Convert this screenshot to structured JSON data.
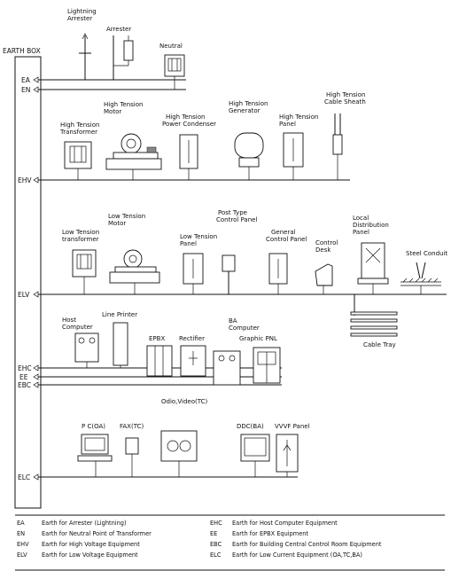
{
  "earth_box": {
    "title": "EARTH BOX"
  },
  "buses": [
    {
      "code": "EA"
    },
    {
      "code": "EN"
    },
    {
      "code": "EHV"
    },
    {
      "code": "ELV"
    },
    {
      "code": "EHC"
    },
    {
      "code": "EE"
    },
    {
      "code": "EBC"
    },
    {
      "code": "ELC"
    }
  ],
  "labels": {
    "lightning_arrester": [
      "Lightning",
      "Arrester"
    ],
    "arrester": "Arrester",
    "neutral": "Neutral",
    "ht_transformer": [
      "High Tension",
      "Transformer"
    ],
    "ht_motor": [
      "High Tension",
      "Motor"
    ],
    "ht_power_condenser": [
      "High Tension",
      "Power Condenser"
    ],
    "ht_generator": [
      "High Tension",
      "Generator"
    ],
    "ht_panel": [
      "High Tension",
      "Panel"
    ],
    "ht_cable_sheath": [
      "High Tension",
      "Cable Sheath"
    ],
    "lt_transformer": [
      "Low Tension",
      "transformer"
    ],
    "lt_motor": [
      "Low Tension",
      "Motor"
    ],
    "lt_panel": [
      "Low Tension",
      "Panel"
    ],
    "post_type_panel": [
      "Post Type",
      "Control Panel"
    ],
    "general_panel": [
      "General",
      "Control Panel"
    ],
    "control_desk": [
      "Control",
      "Desk"
    ],
    "local_panel": [
      "Local",
      "Distribution",
      "Panel"
    ],
    "steel_conduit": "Steel Conduit",
    "cable_tray": "Cable Tray",
    "host_computer": [
      "Host",
      "Computer"
    ],
    "line_printer": "Line Printer",
    "epbx": "EPBX",
    "rectifier": "Rectifier",
    "ba_computer": [
      "BA",
      "Computer"
    ],
    "graphic_pnl": "Graphic PNL",
    "odio_video": "Odio,Video(TC)",
    "pc_oa": "P C(OA)",
    "fax_tc": "FAX(TC)",
    "ddc_ba": "DDC(BA)",
    "vvvf_panel": "VVVF Panel"
  },
  "legend": [
    {
      "code": "EA",
      "text": "Earth for Arrester (Lightning)"
    },
    {
      "code": "EN",
      "text": "Earth for Neutral Point of Transformer"
    },
    {
      "code": "EHV",
      "text": "Earth for High Voltage Equipment"
    },
    {
      "code": "ELV",
      "text": "Earth for Low Voltage Equipment"
    },
    {
      "code": "EHC",
      "text": "Earth for Host Computer Equipment"
    },
    {
      "code": "EE",
      "text": "Earth for EPBX Equipment"
    },
    {
      "code": "EBC",
      "text": "Earth for Building Central Control Room Equipment"
    },
    {
      "code": "ELC",
      "text": "Earth for Low Current Equipment (OA,TC,BA)"
    }
  ]
}
